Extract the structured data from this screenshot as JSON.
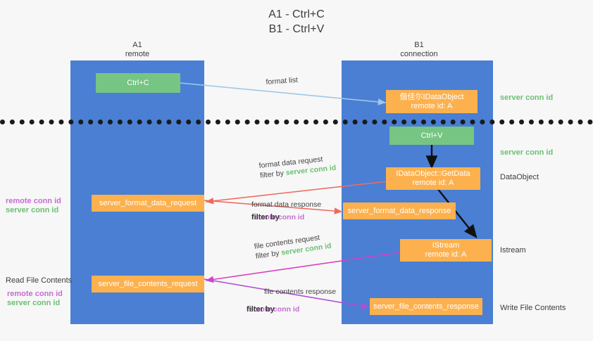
{
  "title": {
    "line1": "A1 - Ctrl+C",
    "line2": "B1 - Ctrl+V"
  },
  "lanes": [
    {
      "id": "a1",
      "name": "A1",
      "role": "remote"
    },
    {
      "id": "b1",
      "name": "B1",
      "role": "connection"
    }
  ],
  "nodes": {
    "ctrl_c": {
      "label": "Ctrl+C",
      "color": "#76c582"
    },
    "ctrl_v": {
      "label": "Ctrl+V",
      "color": "#76c582"
    },
    "idataobject": {
      "label": "偕佳尓IDataObject",
      "sub": "remote id: A",
      "color": "#fcb14e"
    },
    "getdata": {
      "label": "IDataObject::GetData",
      "sub": "remote id: A",
      "color": "#fcb14e"
    },
    "istream": {
      "label": "IStream",
      "sub": "remote id: A",
      "color": "#fcb14e"
    },
    "server_format_data_request": {
      "label": "server_format_data_request",
      "color": "#fcb14e"
    },
    "server_format_data_response": {
      "label": "server_format_data_response",
      "color": "#fcb14e"
    },
    "server_file_contents_request": {
      "label": "server_file_contents_request",
      "color": "#fcb14e"
    },
    "server_file_contents_response": {
      "label": "server_file_contents_response",
      "color": "#fcb14e"
    }
  },
  "right_labels": {
    "server_conn_id_1": "server conn id",
    "server_conn_id_2": "server conn id",
    "dataobject": "DataObject",
    "istream": "Istream",
    "write_file_contents": "Write File Contents"
  },
  "left_labels": {
    "remote_conn_id_1": "remote conn id",
    "server_conn_id_1": "server conn id",
    "read_file_contents": "Read File Contents",
    "remote_conn_id_2": "remote conn id",
    "server_conn_id_2": "server conn id"
  },
  "edges": {
    "format_list": {
      "label": "format list",
      "color": "#9ec8e8"
    },
    "format_data_request": {
      "label": "format data request",
      "filter_prefix": "filter by ",
      "filter_value": "server conn id",
      "filter_color": "#6cbf73",
      "color": "#ef6a5e"
    },
    "format_data_response": {
      "label": "format data response",
      "filter_prefix": "filter by ",
      "filter_value": "remote conn id",
      "filter_color": "#c46ed0",
      "color": "#ef6a5e"
    },
    "file_contents_request": {
      "label": "file contents request",
      "filter_prefix": "filter by ",
      "filter_value": "server conn id",
      "filter_color": "#6cbf73",
      "color": "#d83fc4"
    },
    "file_contents_response": {
      "label": "file contents response",
      "filter_prefix": "filter by ",
      "filter_value": "remote conn id",
      "filter_color": "#c46ed0",
      "color": "#b14fd0"
    }
  },
  "colors": {
    "lane": "#4a7fd4",
    "background": "#f7f7f7",
    "divider": "#1a1a1a"
  }
}
